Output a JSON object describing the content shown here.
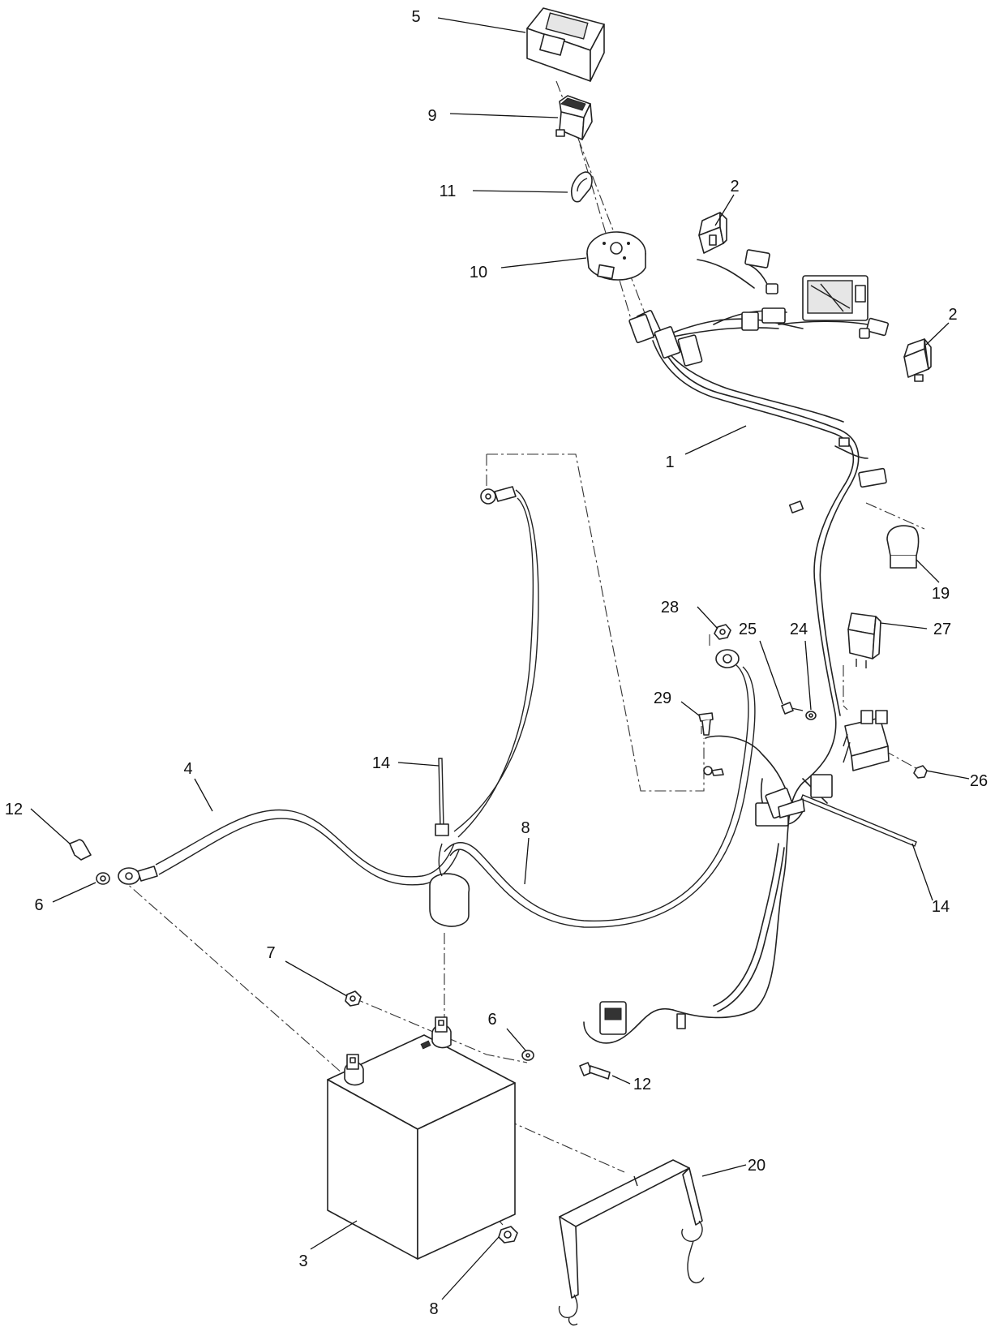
{
  "callouts": [
    {
      "id": "c1",
      "label": "1"
    },
    {
      "id": "c2a",
      "label": "2"
    },
    {
      "id": "c2b",
      "label": "2"
    },
    {
      "id": "c3",
      "label": "3"
    },
    {
      "id": "c4",
      "label": "4"
    },
    {
      "id": "c5",
      "label": "5"
    },
    {
      "id": "c6a",
      "label": "6"
    },
    {
      "id": "c6b",
      "label": "6"
    },
    {
      "id": "c7",
      "label": "7"
    },
    {
      "id": "c8a",
      "label": "8"
    },
    {
      "id": "c8b",
      "label": "8"
    },
    {
      "id": "c9",
      "label": "9"
    },
    {
      "id": "c10",
      "label": "10"
    },
    {
      "id": "c11",
      "label": "11"
    },
    {
      "id": "c12a",
      "label": "12"
    },
    {
      "id": "c12b",
      "label": "12"
    },
    {
      "id": "c14a",
      "label": "14"
    },
    {
      "id": "c14b",
      "label": "14"
    },
    {
      "id": "c19",
      "label": "19"
    },
    {
      "id": "c20",
      "label": "20"
    },
    {
      "id": "c24",
      "label": "24"
    },
    {
      "id": "c25",
      "label": "25"
    },
    {
      "id": "c26",
      "label": "26"
    },
    {
      "id": "c27",
      "label": "27"
    },
    {
      "id": "c28",
      "label": "28"
    },
    {
      "id": "c29",
      "label": "29"
    }
  ]
}
